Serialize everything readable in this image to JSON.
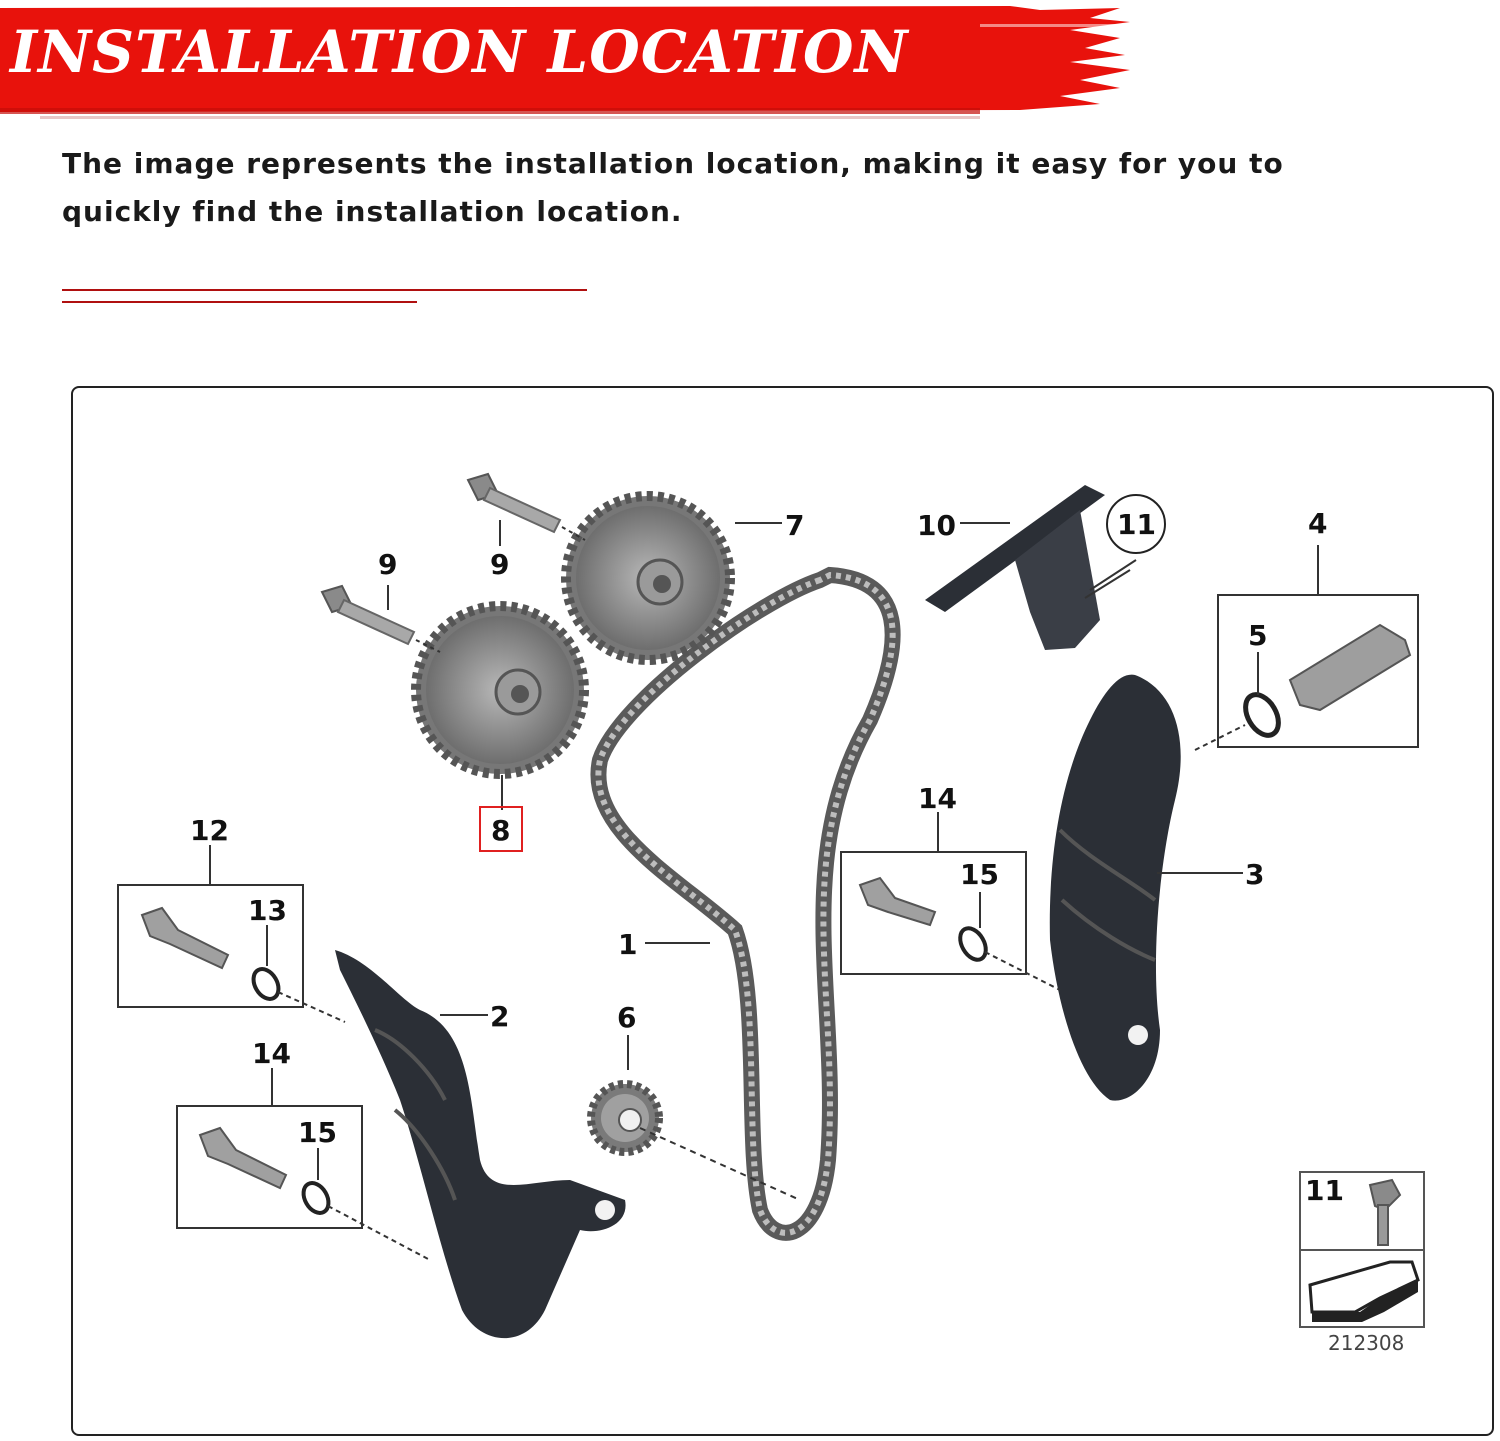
{
  "header": {
    "title": "INSTALLATION LOCATION",
    "banner_color": "#e8120c",
    "accent_line_color": "#b01010"
  },
  "description": "The image represents the installation location, making it easy for you to quickly find the installation location.",
  "diagram": {
    "callouts": {
      "c1": "1",
      "c2": "2",
      "c3": "3",
      "c4": "4",
      "c5": "5",
      "c6": "6",
      "c7": "7",
      "c8": "8",
      "c9a": "9",
      "c9b": "9",
      "c10": "10",
      "c11": "11",
      "c12": "12",
      "c13": "13",
      "c14a": "14",
      "c14b": "15",
      "c14c": "14",
      "c15b": "15",
      "c11box": "11"
    },
    "highlighted_callout": "8",
    "figure_number": "212308",
    "highlight_color": "#e02020"
  }
}
